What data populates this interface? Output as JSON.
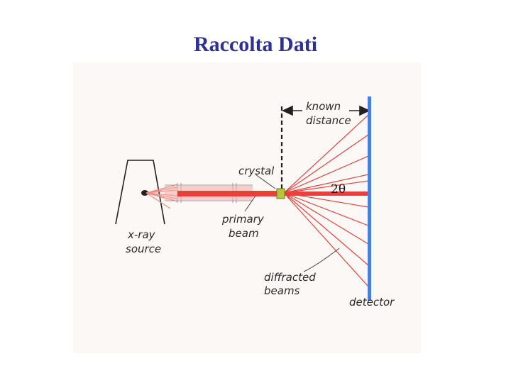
{
  "slide": {
    "title": "Raccolta Dati"
  },
  "diagram": {
    "labels": {
      "known_distance_line1": "known",
      "known_distance_line2": "distance",
      "crystal": "crystal",
      "angle": "2θ",
      "primary_beam_line1": "primary",
      "primary_beam_line2": "beam",
      "source_line1": "x-ray",
      "source_line2": "source",
      "diffracted_line1": "diffracted",
      "diffracted_line2": "beams",
      "detector": "detector"
    },
    "colors": {
      "title": "#2e3192",
      "beam": "#e8403a",
      "detector": "#4a7fd4",
      "crystal": "#b8c43a"
    }
  }
}
